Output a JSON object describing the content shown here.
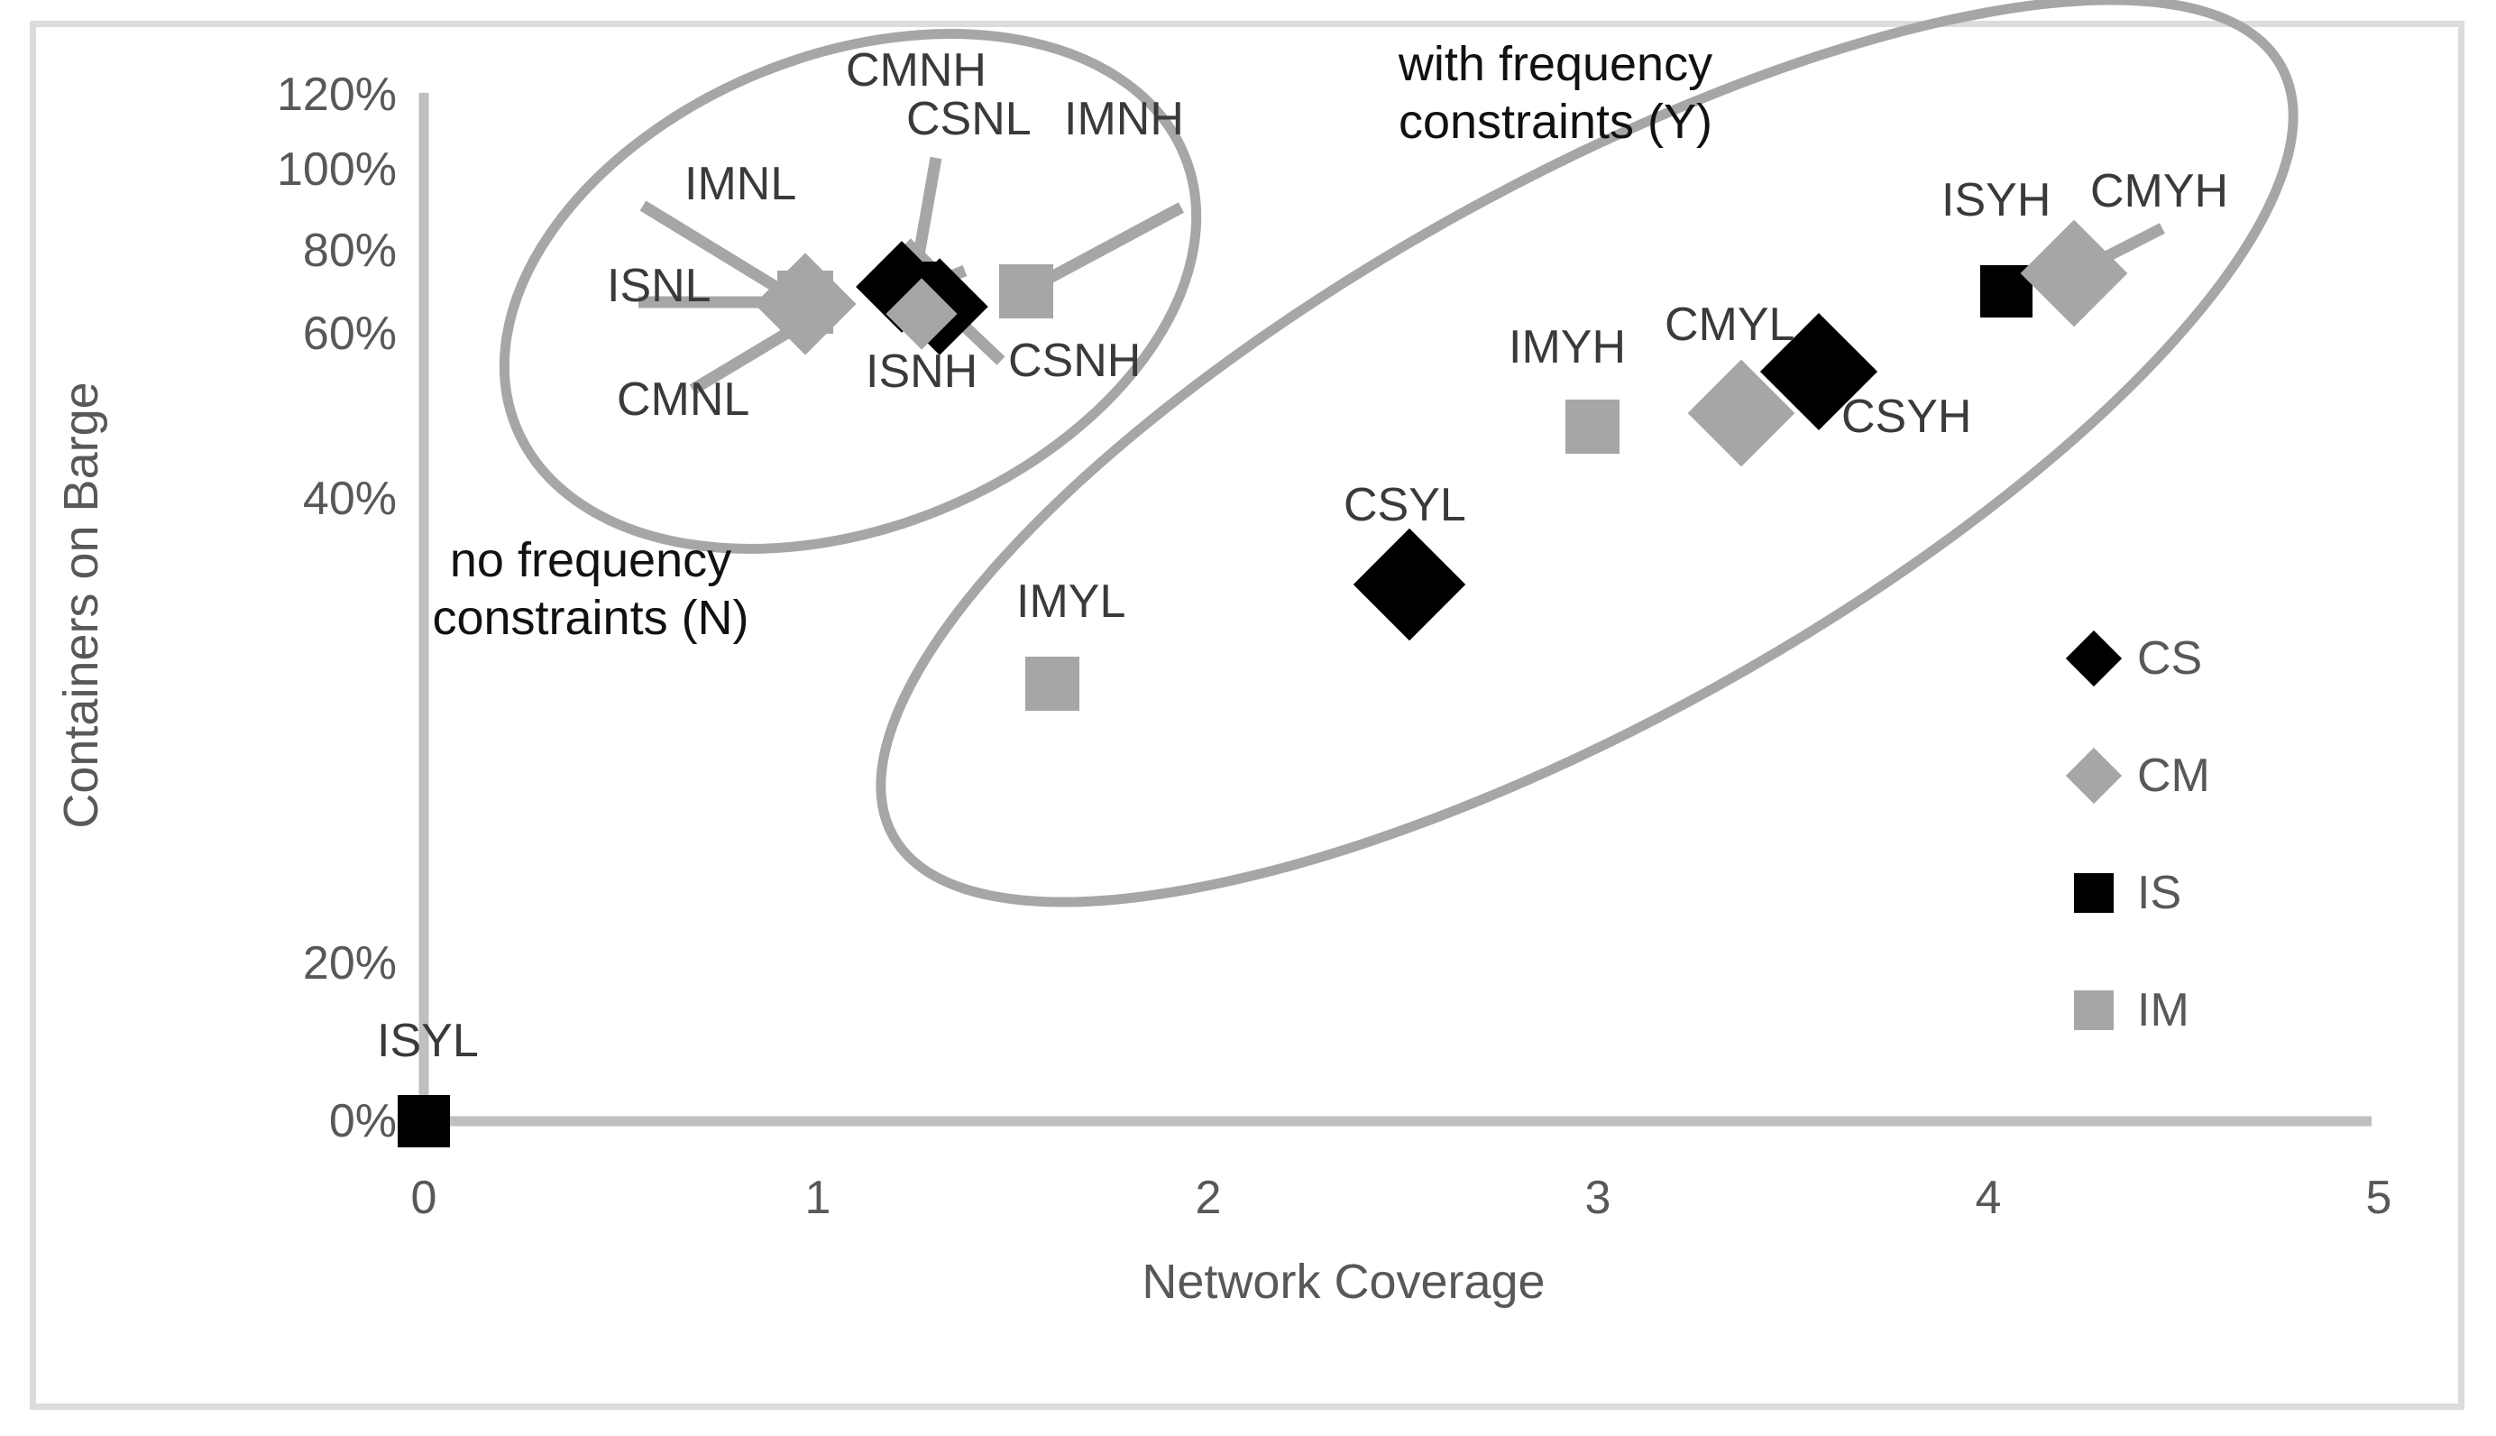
{
  "chart_data": {
    "type": "scatter",
    "title": "",
    "xlabel": "Network Coverage",
    "ylabel": "Containers on Barge",
    "xlim": [
      0,
      5
    ],
    "ylim": [
      0,
      1.2
    ],
    "xticks": [
      "0",
      "1",
      "2",
      "3",
      "4",
      "5"
    ],
    "yticks": [
      "0%",
      "20%",
      "40%",
      "60%",
      "80%",
      "100%",
      "120%"
    ],
    "grid": false,
    "legend_position": "right-inside",
    "series": [
      {
        "name": "CS",
        "marker": "diamond",
        "color": "#000000"
      },
      {
        "name": "CM",
        "marker": "diamond",
        "color": "#a6a6a6"
      },
      {
        "name": "IS",
        "marker": "square",
        "color": "#000000"
      },
      {
        "name": "IM",
        "marker": "square",
        "color": "#a6a6a6"
      }
    ],
    "points": [
      {
        "label": "ISYL",
        "series": "IS",
        "x": 0.0,
        "y": 0.0
      },
      {
        "label": "CMNL",
        "series": "CM",
        "x": 1.0,
        "y": 0.96
      },
      {
        "label": "ISNL",
        "series": "IS",
        "x": 1.0,
        "y": 0.96
      },
      {
        "label": "IMNL",
        "series": "IM",
        "x": 1.0,
        "y": 0.96
      },
      {
        "label": "CSNL",
        "series": "CS",
        "x": 1.27,
        "y": 0.99
      },
      {
        "label": "CMNH",
        "series": "CM",
        "x": 1.27,
        "y": 0.99
      },
      {
        "label": "ISNH",
        "series": "IS",
        "x": 1.3,
        "y": 0.98
      },
      {
        "label": "CSNH",
        "series": "CS",
        "x": 1.35,
        "y": 0.98
      },
      {
        "label": "IMNH",
        "series": "IM",
        "x": 1.5,
        "y": 1.0
      },
      {
        "label": "IMYL",
        "series": "IM",
        "x": 1.67,
        "y": 0.51
      },
      {
        "label": "CSYL",
        "series": "CS",
        "x": 2.5,
        "y": 0.63
      },
      {
        "label": "IMYH",
        "series": "IM",
        "x": 2.92,
        "y": 0.82
      },
      {
        "label": "CMYL",
        "series": "CM",
        "x": 3.3,
        "y": 0.84
      },
      {
        "label": "CSYH",
        "series": "CS",
        "x": 3.5,
        "y": 0.885
      },
      {
        "label": "ISYH",
        "series": "IS",
        "x": 3.98,
        "y": 0.98
      },
      {
        "label": "CMYH",
        "series": "CM",
        "x": 4.25,
        "y": 1.0
      }
    ],
    "annotations": [
      {
        "name": "cluster-n",
        "text": "no frequency\nconstraints (N)"
      },
      {
        "name": "cluster-y",
        "text": "with frequency\nconstraints (Y)"
      }
    ]
  },
  "axes": {
    "ylabel": "Containers on Barge",
    "xlabel": "Network Coverage",
    "yticks": [
      "120%",
      "100%",
      "80%",
      "60%",
      "40%",
      "20%",
      "0%"
    ],
    "xticks": [
      "0",
      "1",
      "2",
      "3",
      "4",
      "5"
    ]
  },
  "labels": {
    "ISYL": "ISYL",
    "IMNL": "IMNL",
    "ISNL": "ISNL",
    "CMNL": "CMNL",
    "CMNH": "CMNH",
    "CSNL": "CSNL",
    "IMNH": "IMNH",
    "ISNH": "ISNH",
    "CSNH": "CSNH",
    "IMYL": "IMYL",
    "CSYL": "CSYL",
    "IMYH": "IMYH",
    "CMYL": "CMYL",
    "CSYH": "CSYH",
    "ISYH": "ISYH",
    "CMYH": "CMYH"
  },
  "annotations": {
    "no_freq": "no frequency\nconstraints (N)",
    "with_freq": "with frequency\nconstraints (Y)"
  },
  "legend": {
    "items": [
      {
        "label": "CS",
        "shape": "diamond",
        "color": "#000000"
      },
      {
        "label": "CM",
        "shape": "diamond",
        "color": "#a6a6a6"
      },
      {
        "label": "IS",
        "shape": "square",
        "color": "#000000"
      },
      {
        "label": "IM",
        "shape": "square",
        "color": "#a6a6a6"
      }
    ]
  },
  "colors": {
    "axis": "#bfbfbf",
    "tick_text": "#585858",
    "point_text": "#3a3a3a",
    "ellipse": "#a6a6a6",
    "leader": "#a6a6a6",
    "frame": "#dcdcdc",
    "black": "#000000",
    "gray": "#a6a6a6"
  }
}
